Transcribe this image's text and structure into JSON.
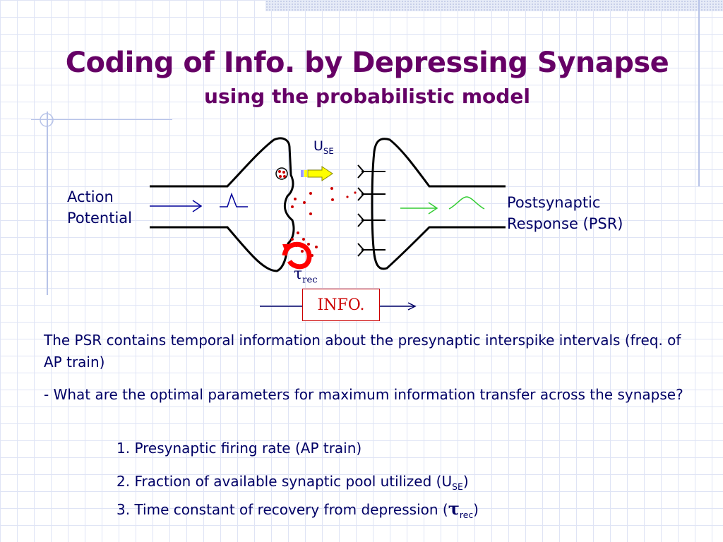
{
  "slide": {
    "title": "Coding of Info. by Depressing Synapse",
    "subtitle": "using the probabilistic model"
  },
  "diagram": {
    "input_label_line1": "Action",
    "input_label_line2": "Potential",
    "output_label_line1": "Postsynaptic",
    "output_label_line2": "Response (PSR)",
    "use_label": "U",
    "use_sub": "SE",
    "tau_symbol": "τ",
    "tau_sub": "rec",
    "info_label": "INFO.",
    "colors": {
      "membrane": "#000000",
      "input_arrow": "#000099",
      "output_arrow": "#33cc33",
      "vesicle": "#cc0000",
      "release_arrow": "#ffff00",
      "recycle_arrow": "#ff0000"
    }
  },
  "body": {
    "paragraph1": "The PSR contains temporal information about the presynaptic interspike intervals (freq. of AP train)",
    "paragraph2": "- What are the optimal parameters for maximum information transfer across the synapse?",
    "item1": "1. Presynaptic firing rate (AP train)",
    "item2_prefix": "2. Fraction of available synaptic pool utilized (U",
    "item2_sub": "SE",
    "item2_suffix": ")",
    "item3_prefix": "3. Time constant of recovery from depression (",
    "item3_symbol": "τ",
    "item3_sub": "rec",
    "item3_suffix": ")"
  }
}
